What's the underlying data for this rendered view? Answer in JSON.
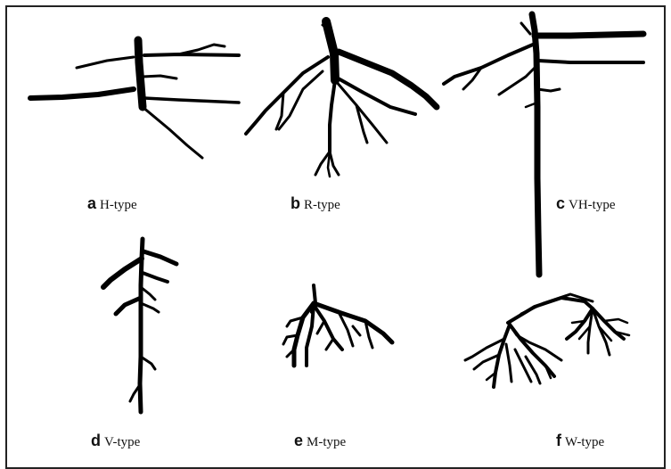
{
  "panels": [
    {
      "letter": "a",
      "label": "H-type"
    },
    {
      "letter": "b",
      "label": "R-type"
    },
    {
      "letter": "c",
      "label": "VH-type"
    },
    {
      "letter": "d",
      "label": "V-type"
    },
    {
      "letter": "e",
      "label": "M-type"
    },
    {
      "letter": "f",
      "label": "W-type"
    }
  ],
  "colors": {
    "ink": "#000000",
    "background": "#ffffff",
    "frame": "#222222"
  }
}
